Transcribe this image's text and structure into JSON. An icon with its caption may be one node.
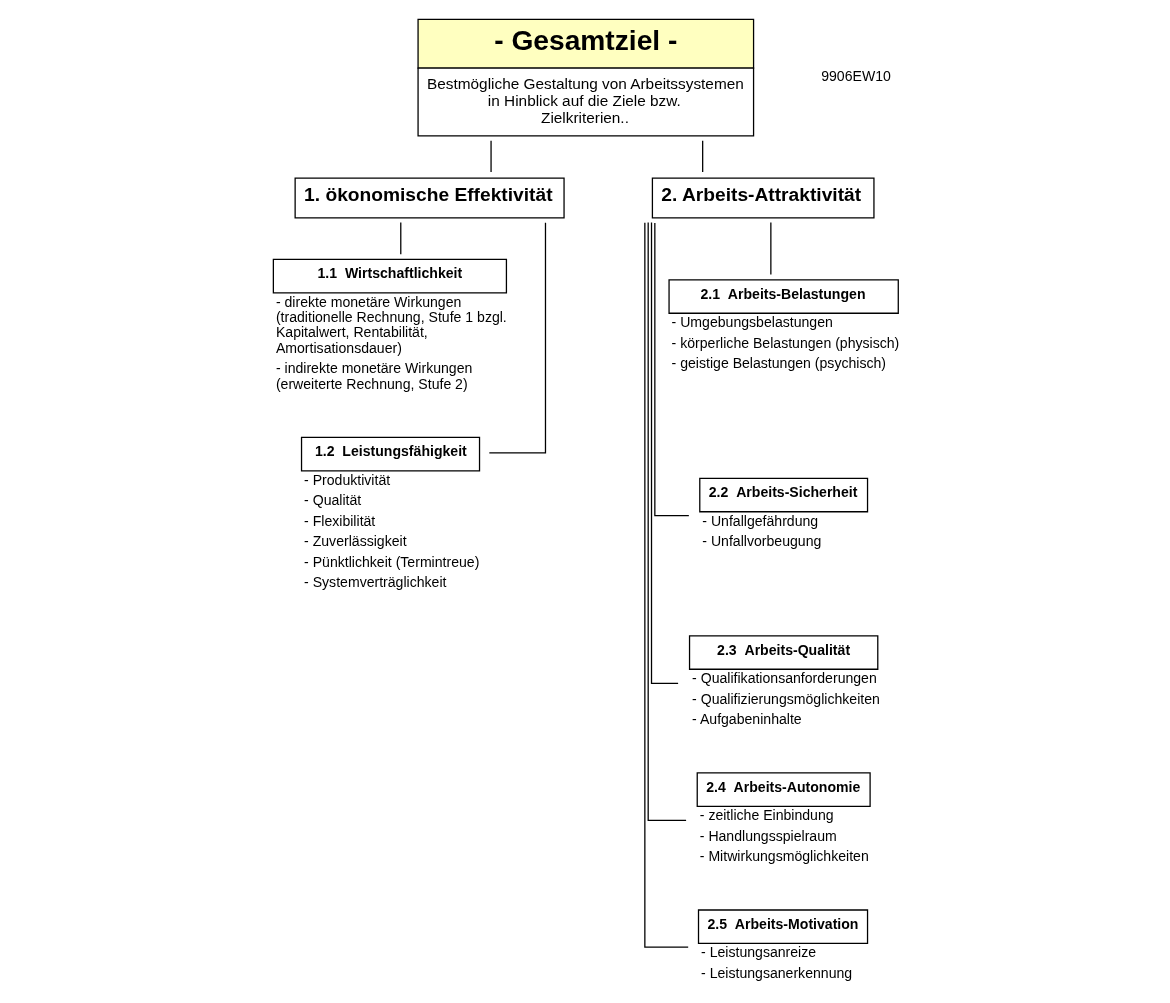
{
  "diagram": {
    "nodes": [
      {
        "text": [
          "- Gesamtziel -",
          "Bestmögliche Gestaltung von Arbeitssystemen in Hinblick auf die Ziele bzw. Zielkriterien.."
        ]
      },
      {
        "text": [
          "1. ökonomische Effektivität"
        ]
      },
      {
        "text": [
          "2. Arbeits-Attraktivität"
        ]
      },
      {
        "text": [
          "1.1  Wirtschaftlichkeit"
        ],
        "beside": [
          "- direkte monetäre Wirkungen (traditionelle Rechnung, Stufe 1 bzgl. Kapitalwert, Rentabilität, Amortisationsdauer)",
          "- indirekte monetäre Wirkungen (erweiterte Rechnung, Stufe 2)"
        ]
      },
      {
        "text": [
          "1.2  Leistungsfähigkeit"
        ],
        "beside": [
          "- Produktivität",
          "- Qualität",
          "- Flexibilität",
          "- Zuverlässigkeit",
          "- Pünktlichkeit (Termintreue)",
          "- Systemverträglichkeit"
        ]
      },
      {
        "text": [
          "2.1  Arbeits-Belastungen"
        ],
        "beside": [
          "- Umgebungsbelastungen",
          "- körperliche Belastungen (physisch)",
          "- geistige Belastungen (psychisch)"
        ]
      },
      {
        "text": [
          "2.2  Arbeits-Sicherheit"
        ],
        "beside": [
          "- Unfallgefährdung",
          "- Unfallvorbeugung"
        ]
      },
      {
        "text": [
          "2.3  Arbeits-Qualität"
        ],
        "beside": [
          "- Qualifikationsanforderungen",
          "- Qualifizierungsmöglichkeiten",
          "- Aufgabeninhalte"
        ]
      },
      {
        "text": [
          "2.4  Arbeits-Autonomie"
        ],
        "beside": [
          "- zeitliche Einbindung",
          "- Handlungsspielraum",
          "- Mitwirkungsmöglichkeiten"
        ]
      },
      {
        "text": [
          "2.5  Arbeits-Motivation"
        ],
        "beside": [
          "- Leistungsanreize",
          "- Leistungsanerkennung"
        ]
      }
    ],
    "edges": [
      {
        "from": 0,
        "to": 1,
        "arrow": "none"
      },
      {
        "from": 0,
        "to": 2,
        "arrow": "none"
      },
      {
        "from": 1,
        "to": 3,
        "arrow": "none"
      },
      {
        "from": 1,
        "to": 4,
        "arrow": "none"
      },
      {
        "from": 2,
        "to": 5,
        "arrow": "none"
      },
      {
        "from": 2,
        "to": 6,
        "arrow": "none"
      },
      {
        "from": 2,
        "to": 7,
        "arrow": "none"
      },
      {
        "from": 2,
        "to": 8,
        "arrow": "none"
      },
      {
        "from": 2,
        "to": 9,
        "arrow": "none"
      }
    ],
    "labels": [
      "9906EW10"
    ]
  }
}
